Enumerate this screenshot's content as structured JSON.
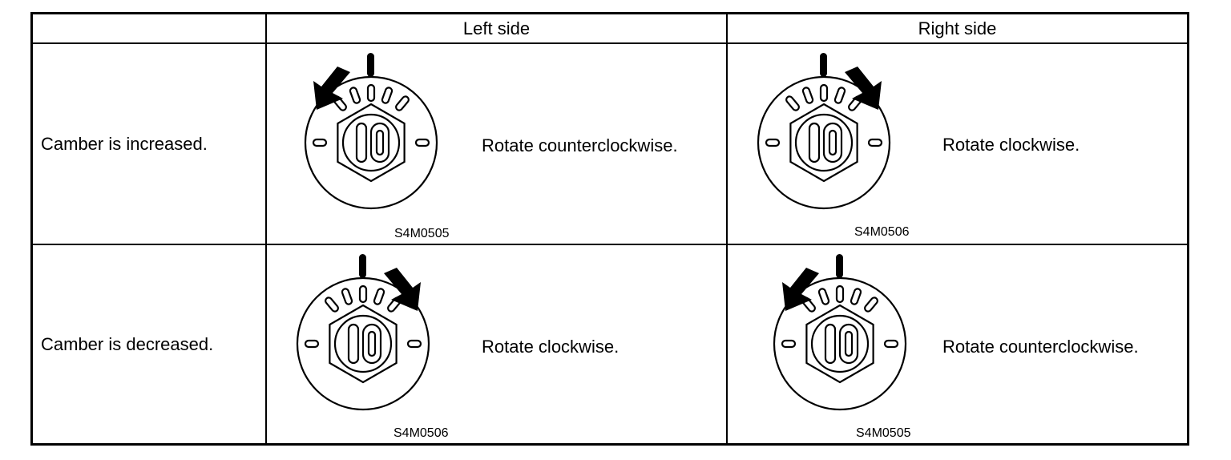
{
  "table": {
    "columns": [
      "",
      "Left side",
      "Right side"
    ],
    "rows": [
      {
        "label": "Camber is increased.",
        "left": {
          "instruction": "Rotate counterclockwise.",
          "code": "S4M0505",
          "direction": "counterclockwise",
          "dial_value": "10"
        },
        "right": {
          "instruction": "Rotate clockwise.",
          "code": "S4M0506",
          "direction": "clockwise",
          "dial_value": "10"
        }
      },
      {
        "label": "Camber is decreased.",
        "left": {
          "instruction": "Rotate clockwise.",
          "code": "S4M0506",
          "direction": "clockwise",
          "dial_value": "10"
        },
        "right": {
          "instruction": "Rotate counterclockwise.",
          "code": "S4M0505",
          "direction": "counterclockwise",
          "dial_value": "10"
        }
      }
    ]
  }
}
